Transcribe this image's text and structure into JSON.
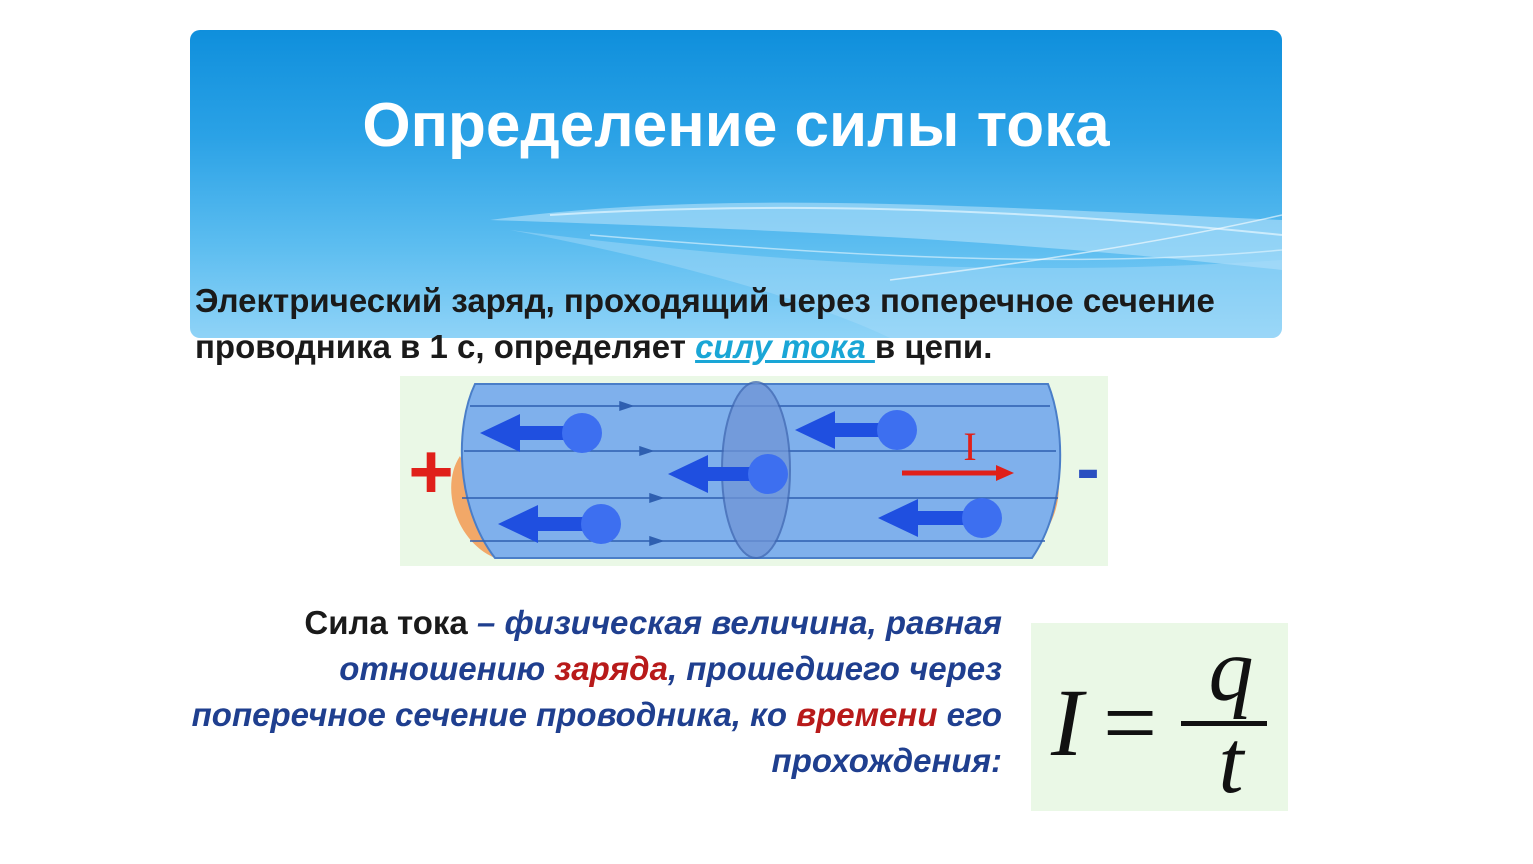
{
  "slide": {
    "title": "Определение силы тока",
    "intro": {
      "part1": "Электрический заряд, проходящий через поперечное сечение проводника в 1 с, определяет ",
      "link": "силу тока ",
      "part2": "в цепи."
    },
    "diagram": {
      "plus_sign": "+",
      "minus_sign": "-",
      "current_label": "I"
    },
    "definition": {
      "term": "Сила тока",
      "p1": " – физическая величина, равная отношению ",
      "w1": "заряда",
      "p2": ", прошедшего через поперечное сечение проводника, ко ",
      "w2": "времени",
      "p3": " его прохождения:"
    },
    "formula": {
      "lhs": "I",
      "eq": "=",
      "numerator": "q",
      "denominator": "t"
    }
  },
  "colors": {
    "banner": "#2ba2e6",
    "link": "#1aa6d6",
    "definition_blue": "#1f3f8f",
    "definition_red": "#b81a1a",
    "wire": "#7fb0ec",
    "arrow": "#1f4fe0",
    "current_arrow": "#e0201a",
    "formula_bg": "#eaf8e6"
  }
}
